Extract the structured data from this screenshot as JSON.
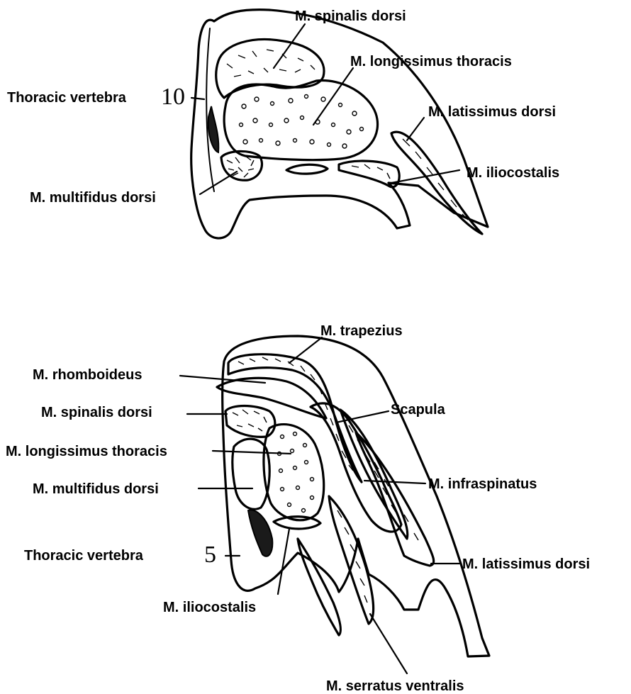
{
  "top_section": {
    "labels": {
      "spinalis": "M. spinalis dorsi",
      "longissimus": "M. longissimus thoracis",
      "latissimus": "M. latissimus dorsi",
      "iliocostalis": "M. iliocostalis",
      "multifidus": "M. multifidus dorsi",
      "vertebra": "Thoracic vertebra",
      "vertebra_number": "10"
    }
  },
  "bottom_section": {
    "labels": {
      "trapezius": "M. trapezius",
      "rhomboideus": "M. rhomboideus",
      "spinalis": "M. spinalis dorsi",
      "scapula": "Scapula",
      "longissimus": "M. longissimus thoracis",
      "infraspinatus": "M. infraspinatus",
      "multifidus": "M. multifidus dorsi",
      "vertebra": "Thoracic vertebra",
      "vertebra_number": "5",
      "latissimus": "M. latissimus dorsi",
      "iliocostalis": "M. iliocostalis",
      "serratus": "M. serratus ventralis"
    }
  }
}
